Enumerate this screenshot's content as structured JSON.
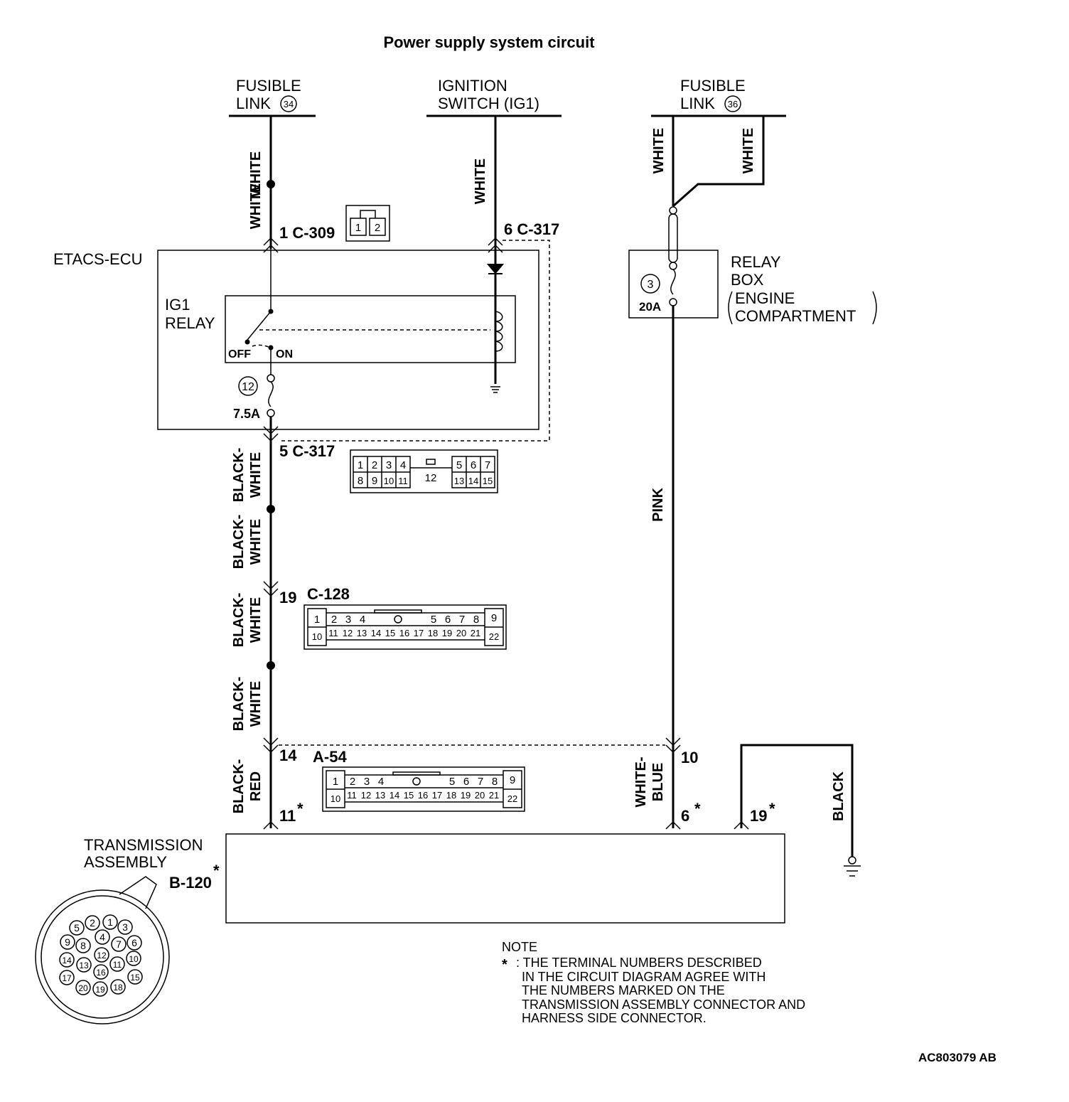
{
  "title": "Power supply system circuit",
  "sources": {
    "fusible_link_34": {
      "line1": "FUSIBLE",
      "line2": "LINK",
      "num": "34"
    },
    "ignition_switch": {
      "line1": "IGNITION",
      "line2": "SWITCH (IG1)"
    },
    "fusible_link_36": {
      "line1": "FUSIBLE",
      "line2": "LINK",
      "num": "36"
    }
  },
  "wires": {
    "white": "WHITE",
    "pink": "PINK",
    "black_dash": "BLACK-",
    "white_end": "WHITE",
    "red": "RED",
    "white_dash": "WHITE-",
    "blue": "BLUE",
    "black": "BLACK"
  },
  "etacs": {
    "name": "ETACS-ECU",
    "relay_line1": "IG1",
    "relay_line2": "RELAY",
    "off": "OFF",
    "on": "ON",
    "fuse_num": "12",
    "fuse_rating": "7.5A"
  },
  "relay_box": {
    "line1": "RELAY",
    "line2": "BOX",
    "line3": "ENGINE",
    "line4": "COMPARTMENT",
    "fuse_num": "3",
    "fuse_rating": "20A"
  },
  "connectors": {
    "c309": {
      "label": "1  C-309",
      "pins": [
        "1",
        "2"
      ]
    },
    "c317_top": {
      "label": "6  C-317"
    },
    "c317_bottom": {
      "label": "5  C-317",
      "top_row": [
        "1",
        "2",
        "3",
        "4",
        "12",
        "5",
        "6",
        "7"
      ],
      "bottom_row": [
        "8",
        "9",
        "10",
        "11",
        "13",
        "14",
        "15"
      ]
    },
    "c128": {
      "label": "C-128",
      "terminal": "19",
      "top_row": [
        "1",
        "2",
        "3",
        "4",
        "5",
        "6",
        "7",
        "8",
        "9"
      ],
      "bottom_row": [
        "10",
        "11",
        "12",
        "13",
        "14",
        "15",
        "16",
        "17",
        "18",
        "19",
        "20",
        "21",
        "22"
      ]
    },
    "a54": {
      "label": "A-54",
      "terminal_left": "14",
      "terminal_right": "10",
      "top_row": [
        "1",
        "2",
        "3",
        "4",
        "5",
        "6",
        "7",
        "8",
        "9"
      ],
      "bottom_row": [
        "10",
        "11",
        "12",
        "13",
        "14",
        "15",
        "16",
        "17",
        "18",
        "19",
        "20",
        "21",
        "22"
      ]
    }
  },
  "transmission": {
    "line1": "TRANSMISSION",
    "line2": "ASSEMBLY",
    "connector": "B-120",
    "star": "*",
    "terminal_11": "11",
    "terminal_6": "6",
    "terminal_19": "19",
    "pins": [
      "1",
      "2",
      "3",
      "4",
      "5",
      "6",
      "7",
      "8",
      "9",
      "10",
      "11",
      "12",
      "13",
      "14",
      "15",
      "16",
      "17",
      "18",
      "19",
      "20"
    ]
  },
  "note": {
    "heading": "NOTE",
    "star": "*",
    "lines": [
      ": THE TERMINAL NUMBERS DESCRIBED",
      "IN THE CIRCUIT DIAGRAM AGREE WITH",
      "THE NUMBERS MARKED ON THE",
      "TRANSMISSION ASSEMBLY CONNECTOR AND",
      "HARNESS SIDE CONNECTOR."
    ]
  },
  "figure_id": "AC803079 AB"
}
